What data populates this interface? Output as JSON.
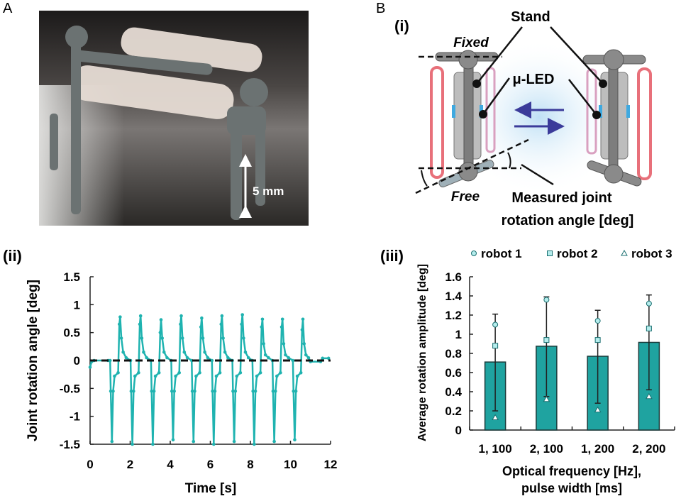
{
  "panels": {
    "a_label": "A",
    "b_label": "B",
    "i_label": "(i)",
    "ii_label": "(ii)",
    "iii_label": "(iii)"
  },
  "photo": {
    "scale_label": "5 mm"
  },
  "diagram": {
    "stand": "Stand",
    "led": "μ-LED",
    "fixed": "Fixed",
    "free": "Free",
    "measured_line1": "Measured joint",
    "measured_line2": "rotation  angle [deg]",
    "colors": {
      "elastic": "#e8707a",
      "stand": "#8a8a8a",
      "led": "#3fa9e0",
      "arrow": "#3b3b9a"
    }
  },
  "chart_data": [
    {
      "type": "line",
      "xlabel": "Time [s]",
      "ylabel": "Joint rotation angle [deg]",
      "xlim": [
        0,
        12
      ],
      "ylim": [
        -1.5,
        1.5
      ],
      "xticks": [
        "0",
        "2",
        "4",
        "6",
        "8",
        "10",
        "12"
      ],
      "yticks": [
        "1.5",
        "1",
        "0.5",
        "0",
        "-0.5",
        "-1",
        "-1.5"
      ],
      "reference_line": {
        "y": 0,
        "style": "dashed"
      },
      "color": "#1fb3b0",
      "points": [
        [
          0,
          -0.12
        ],
        [
          0.08,
          -0.02
        ],
        [
          0.2,
          0
        ],
        [
          0.9,
          0
        ],
        [
          1.0,
          0
        ],
        [
          1.03,
          -0.55
        ],
        [
          1.09,
          -1.45
        ],
        [
          1.15,
          -0.55
        ],
        [
          1.22,
          -0.28
        ],
        [
          1.4,
          -0.22
        ],
        [
          1.46,
          0.65
        ],
        [
          1.5,
          0.78
        ],
        [
          1.56,
          0.4
        ],
        [
          1.65,
          0.15
        ],
        [
          1.8,
          0.05
        ],
        [
          2.02,
          0
        ],
        [
          2.05,
          -0.55
        ],
        [
          2.11,
          -1.5
        ],
        [
          2.17,
          -0.55
        ],
        [
          2.24,
          -0.28
        ],
        [
          2.42,
          -0.22
        ],
        [
          2.48,
          0.65
        ],
        [
          2.52,
          0.8
        ],
        [
          2.58,
          0.4
        ],
        [
          2.67,
          0.15
        ],
        [
          2.82,
          0.05
        ],
        [
          3.04,
          0
        ],
        [
          3.07,
          -0.55
        ],
        [
          3.13,
          -1.5
        ],
        [
          3.19,
          -0.55
        ],
        [
          3.26,
          -0.28
        ],
        [
          3.44,
          -0.22
        ],
        [
          3.5,
          0.5
        ],
        [
          3.54,
          0.73
        ],
        [
          3.6,
          0.4
        ],
        [
          3.69,
          0.15
        ],
        [
          3.84,
          0.05
        ],
        [
          4.05,
          0
        ],
        [
          4.08,
          -0.55
        ],
        [
          4.14,
          -1.42
        ],
        [
          4.2,
          -0.55
        ],
        [
          4.27,
          -0.28
        ],
        [
          4.45,
          -0.22
        ],
        [
          4.51,
          0.65
        ],
        [
          4.55,
          0.8
        ],
        [
          4.61,
          0.4
        ],
        [
          4.7,
          0.15
        ],
        [
          4.85,
          0.05
        ],
        [
          5.07,
          0
        ],
        [
          5.1,
          -0.55
        ],
        [
          5.16,
          -1.45
        ],
        [
          5.22,
          -0.55
        ],
        [
          5.29,
          -0.28
        ],
        [
          5.47,
          -0.22
        ],
        [
          5.53,
          0.6
        ],
        [
          5.57,
          0.76
        ],
        [
          5.63,
          0.4
        ],
        [
          5.72,
          0.15
        ],
        [
          5.87,
          0.05
        ],
        [
          6.08,
          0
        ],
        [
          6.11,
          -0.55
        ],
        [
          6.17,
          -1.5
        ],
        [
          6.23,
          -0.55
        ],
        [
          6.3,
          -0.28
        ],
        [
          6.48,
          -0.22
        ],
        [
          6.54,
          0.65
        ],
        [
          6.58,
          0.8
        ],
        [
          6.64,
          0.4
        ],
        [
          6.73,
          0.15
        ],
        [
          6.88,
          0.05
        ],
        [
          7.1,
          0
        ],
        [
          7.13,
          -0.55
        ],
        [
          7.19,
          -1.45
        ],
        [
          7.25,
          -0.55
        ],
        [
          7.32,
          -0.28
        ],
        [
          7.5,
          -0.22
        ],
        [
          7.56,
          0.65
        ],
        [
          7.6,
          0.82
        ],
        [
          7.66,
          0.4
        ],
        [
          7.75,
          0.15
        ],
        [
          7.9,
          0.05
        ],
        [
          8.1,
          0
        ],
        [
          8.13,
          -0.55
        ],
        [
          8.19,
          -1.5
        ],
        [
          8.25,
          -0.55
        ],
        [
          8.32,
          -0.28
        ],
        [
          8.5,
          -0.22
        ],
        [
          8.56,
          0.6
        ],
        [
          8.6,
          0.74
        ],
        [
          8.66,
          0.3
        ],
        [
          8.75,
          0.1
        ],
        [
          8.9,
          0.05
        ],
        [
          9.1,
          0
        ],
        [
          9.13,
          -0.55
        ],
        [
          9.19,
          -1.45
        ],
        [
          9.25,
          -0.55
        ],
        [
          9.32,
          -0.28
        ],
        [
          9.5,
          -0.22
        ],
        [
          9.56,
          0.6
        ],
        [
          9.6,
          0.74
        ],
        [
          9.66,
          0.3
        ],
        [
          9.75,
          0.1
        ],
        [
          9.9,
          0.05
        ],
        [
          10.12,
          0
        ],
        [
          10.15,
          -0.55
        ],
        [
          10.21,
          -1.42
        ],
        [
          10.27,
          -0.55
        ],
        [
          10.34,
          -0.28
        ],
        [
          10.52,
          -0.22
        ],
        [
          10.58,
          0.55
        ],
        [
          10.62,
          0.74
        ],
        [
          10.68,
          0.3
        ],
        [
          10.77,
          0.1
        ],
        [
          10.9,
          0.05
        ],
        [
          11.0,
          -0.02
        ],
        [
          11.5,
          -0.02
        ],
        [
          11.6,
          0.04
        ],
        [
          11.9,
          0.04
        ]
      ]
    },
    {
      "type": "bar",
      "xlabel_line1": "Optical frequency [Hz],",
      "xlabel_line2": "pulse width [ms]",
      "ylabel": "Average rotation amplitude [deg]",
      "ylim": [
        0,
        1.6
      ],
      "yticks": [
        "0",
        "0.2",
        "0.4",
        "0.6",
        "0.8",
        "1",
        "1.2",
        "1.4",
        "1.6"
      ],
      "categories": [
        "1, 100",
        "2, 100",
        "1, 200",
        "2, 200"
      ],
      "values": [
        0.71,
        0.875,
        0.77,
        0.915
      ],
      "error_upper": [
        1.21,
        1.39,
        1.25,
        1.41
      ],
      "error_lower": [
        0.2,
        0.35,
        0.28,
        0.42
      ],
      "bar_color": "#1fa3a0",
      "series": [
        {
          "name": "robot 1",
          "marker": "circle",
          "values": [
            1.1,
            1.36,
            1.14,
            1.32
          ]
        },
        {
          "name": "robot 2",
          "marker": "square",
          "values": [
            0.88,
            0.94,
            0.94,
            1.06
          ]
        },
        {
          "name": "robot 3",
          "marker": "triangle",
          "values": [
            0.13,
            0.32,
            0.21,
            0.35
          ]
        }
      ],
      "legend_position": "top"
    }
  ]
}
